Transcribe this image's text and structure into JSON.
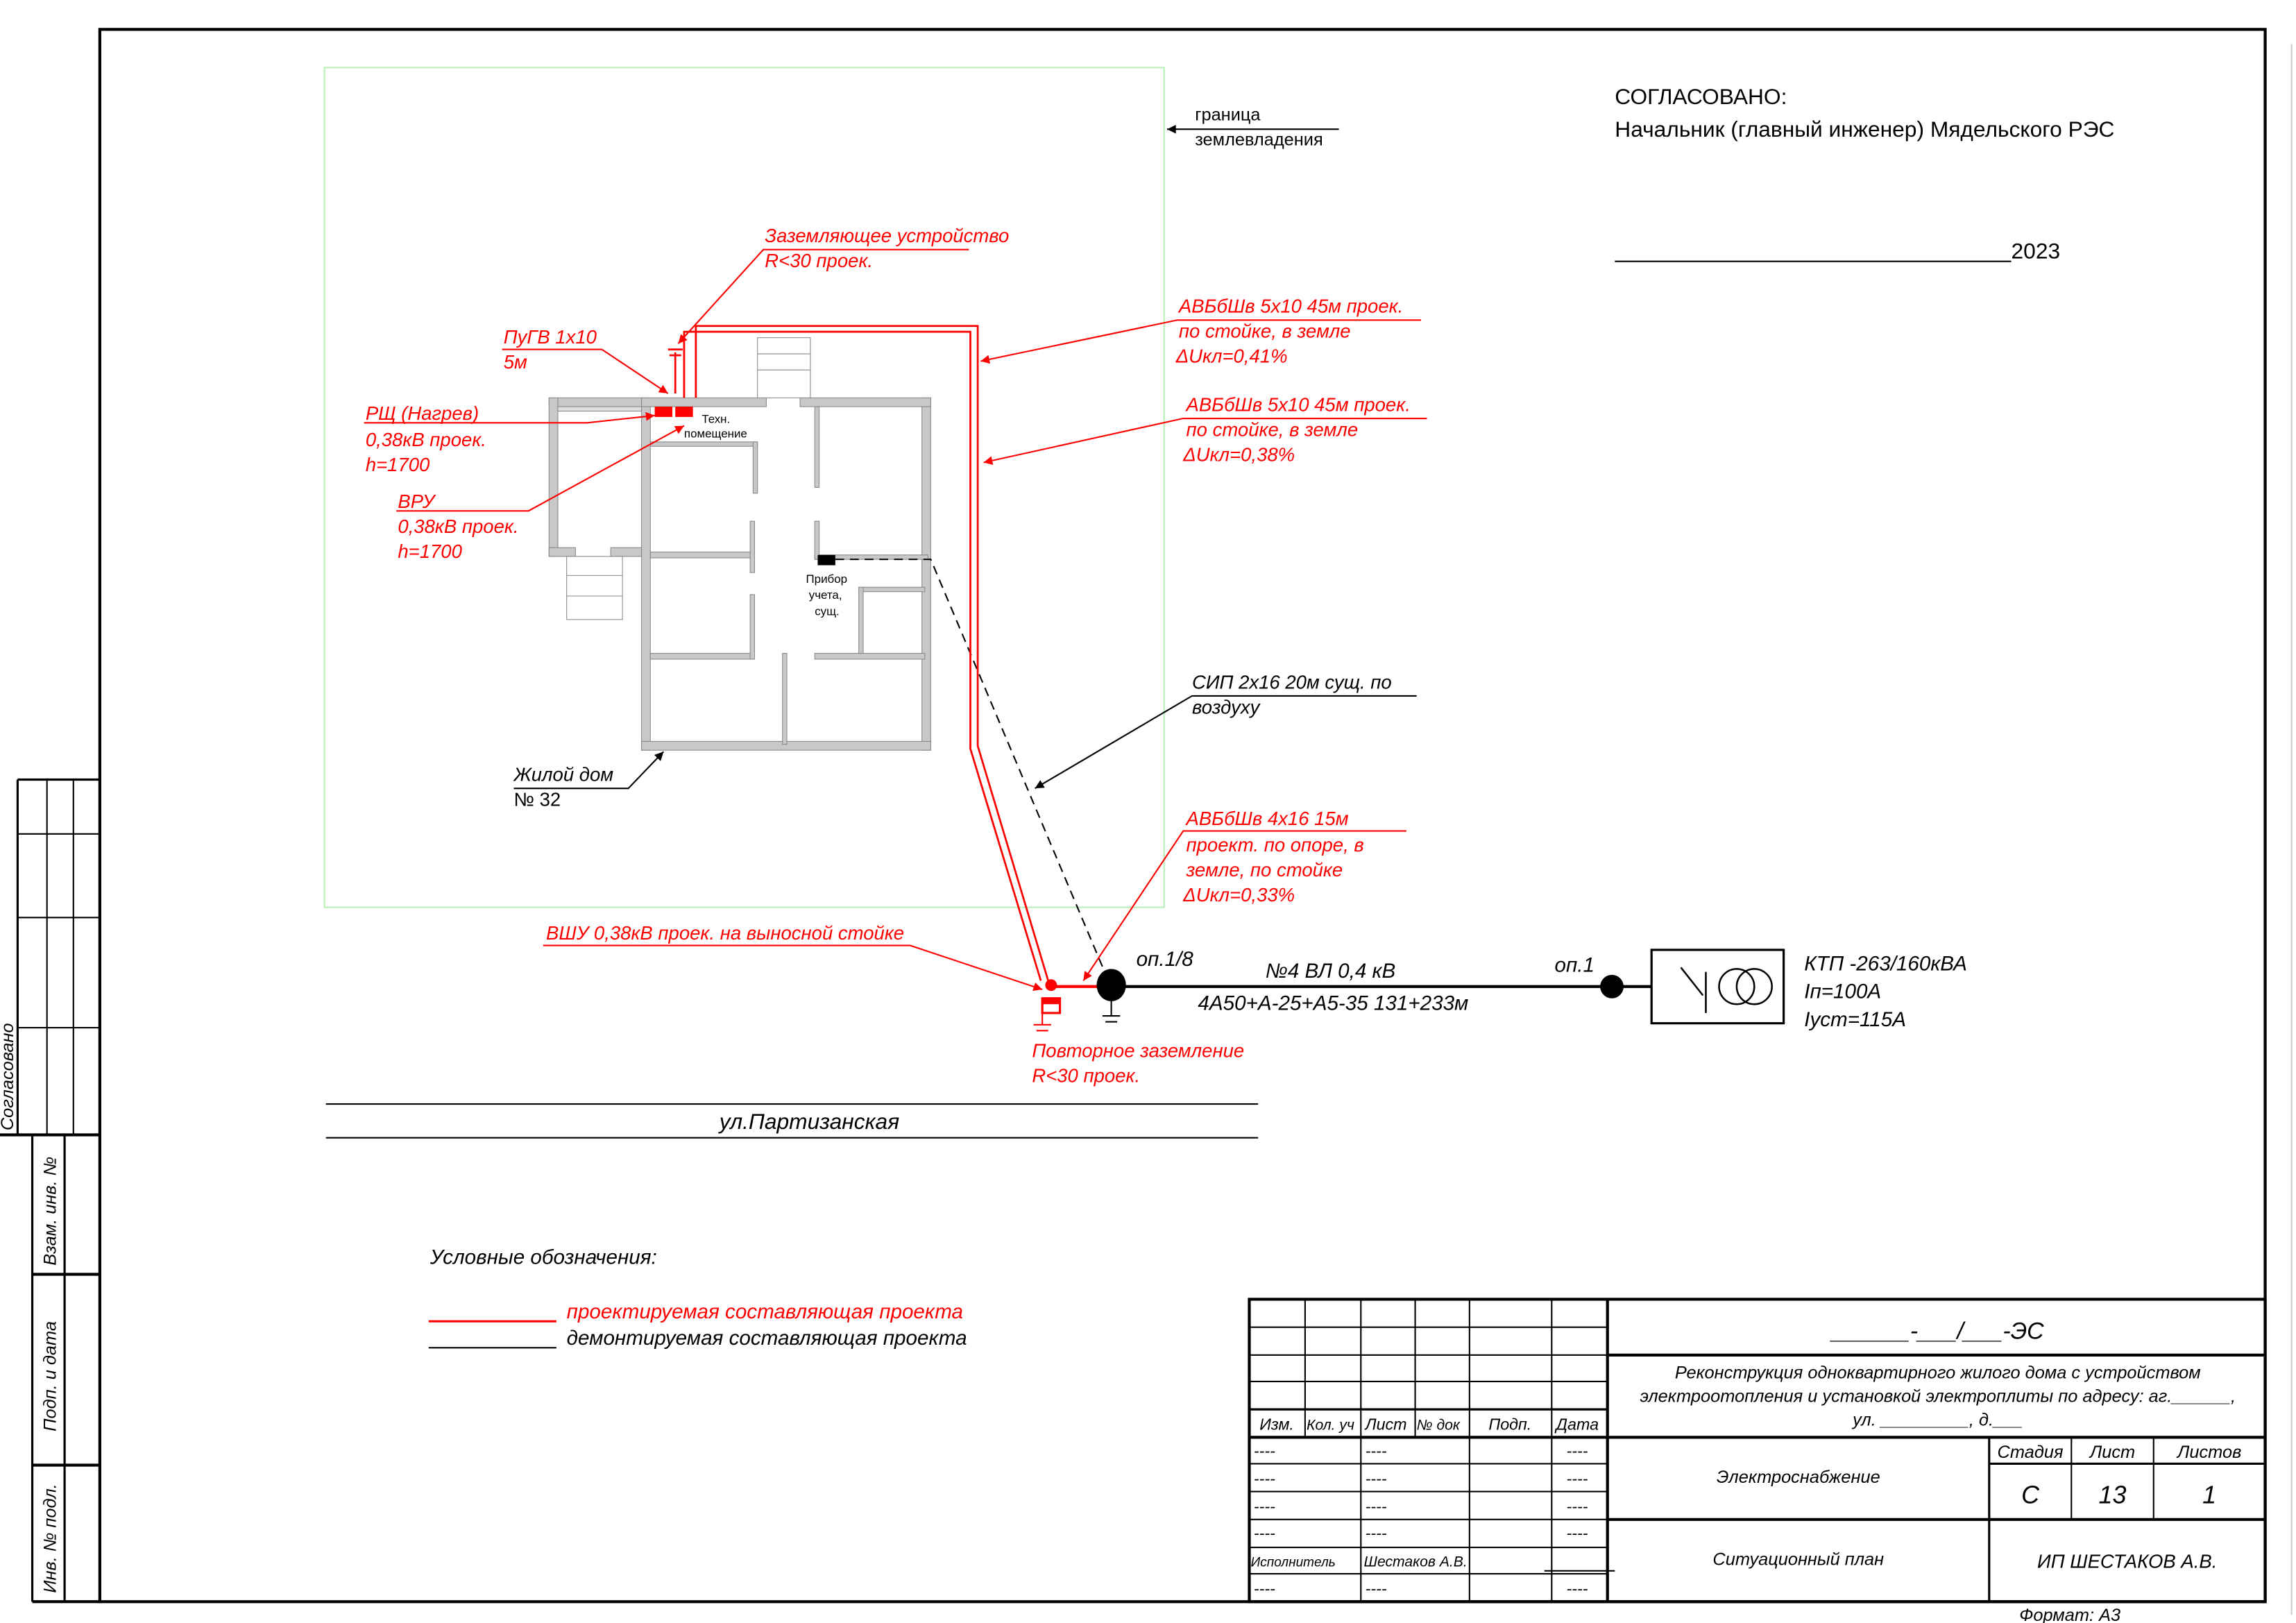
{
  "approval": {
    "title": "СОГЛАСОВАНО:",
    "subtitle": "Начальник (главный инженер) Мядельского РЭС",
    "year": "2023"
  },
  "boundary_label": [
    "граница",
    "землевладения"
  ],
  "annotations": {
    "grounding_device": [
      "Заземляющее устройство",
      "R<30 проек."
    ],
    "pugv": [
      "ПуГВ 1х10",
      "5м"
    ],
    "rsch": [
      "РЩ (Нагрев)",
      "0,38кВ проек.",
      "h=1700"
    ],
    "vru": [
      "ВРУ",
      "0,38кВ проек.",
      "h=1700"
    ],
    "cable1": [
      "АВБбШв 5х10 45м проек.",
      "по стойке, в земле",
      "ΔUкл=0,41%"
    ],
    "cable2": [
      "АВБбШв 5х10 45м проек.",
      "по стойке, в земле",
      "ΔUкл=0,38%"
    ],
    "sip": [
      "СИП 2х16 20м сущ. по",
      "воздуху"
    ],
    "cable3": [
      "АВБбШв 4х16 15м",
      "проект. по опоре, в",
      "земле, по стойке",
      "ΔUкл=0,33%"
    ],
    "vshu": "ВШУ 0,38кВ проек. на выносной стойке",
    "regrounding": [
      "Повторное заземление",
      "R<30 проек."
    ],
    "tech_room": [
      "Техн.",
      "помещение"
    ],
    "meter": [
      "Прибор",
      "учета,",
      "сущ."
    ],
    "house": [
      "Жилой дом",
      "№ 32"
    ],
    "pole_18": "оп.1/8",
    "pole_1": "оп.1",
    "line_name": "№4 ВЛ 0,4 кВ",
    "line_spec": "4А50+А-25+А5-35 131+233м",
    "ktp": [
      "КТП -263/160кВА",
      "Iп=100А",
      "Iуст=115А"
    ],
    "street": "ул.Партизанская"
  },
  "legend": {
    "title": "Условные обозначения:",
    "items": [
      {
        "label": "проектируемая составляющая проекта",
        "color": "#ff0000"
      },
      {
        "label": "демонтируемая составляющая проекта",
        "color": "#000000"
      }
    ]
  },
  "side_stamp": [
    "Согласовано",
    "Взам. инв. №",
    "Подп. и дата",
    "Инв. № подл."
  ],
  "title_block": {
    "doc_number": "______-___/___-ЭС",
    "project_title": [
      "Реконструкция одноквартирного жилого дома с устройством",
      "электроотопления и установкой электроплиты по адресу: аг.______,",
      "ул. _________, д.___"
    ],
    "headers": [
      "Изм.",
      "Кол. уч",
      "Лист",
      "№ док",
      "Подп.",
      "Дата"
    ],
    "dash": "----",
    "executor_label": "Исполнитель",
    "executor_name": "Шестаков А.В.",
    "section": "Электроснабжение",
    "sheet_title": "Ситуационный план",
    "stage_label": "Стадия",
    "sheet_label": "Лист",
    "sheets_label": "Листов",
    "stage": "С",
    "sheet": "13",
    "sheets": "1",
    "company": "ИП ШЕСТАКОВ А.В.",
    "format": "Формат: А3"
  },
  "colors": {
    "project": "#ff0000",
    "existing": "#000000",
    "boundary": "#b8f0b8",
    "walls": "#c0c0c0"
  }
}
